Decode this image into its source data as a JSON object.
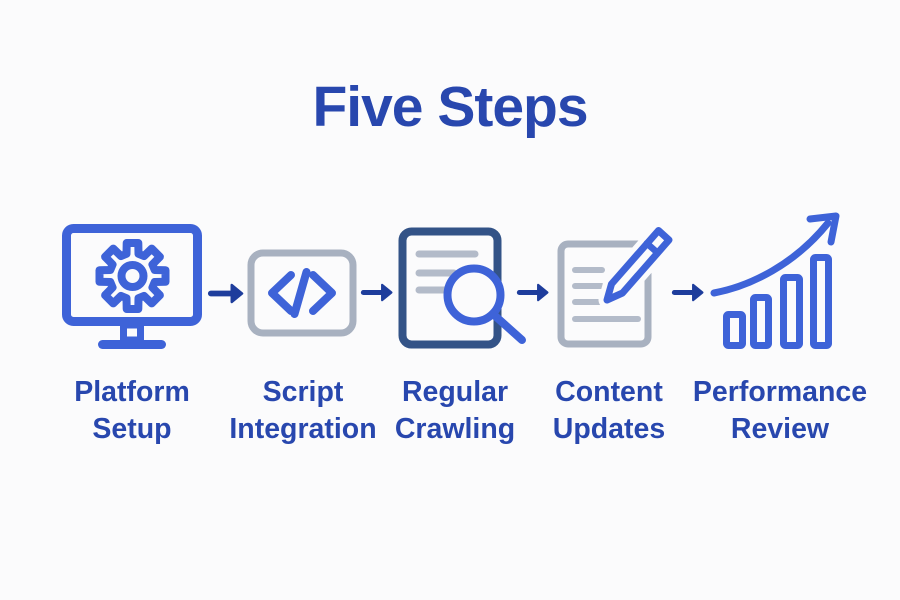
{
  "title": "Five Steps",
  "colors": {
    "background": "#fbfbfc",
    "title_text": "#2847ae",
    "label_text": "#2847ae",
    "icon_blue": "#3e63d8",
    "icon_navy": "#335387",
    "icon_gray": "#a8b1c0",
    "doc_line_gray": "#b3bbc9",
    "arrow_blue": "#1e3d9c"
  },
  "connector_icon": "arrow-right-icon",
  "steps": [
    {
      "icon": "monitor-gear-icon",
      "label": "Platform Setup",
      "line1": "Platform",
      "line2": "Setup"
    },
    {
      "icon": "code-tag-icon",
      "label": "Script Integration",
      "line1": "Script",
      "line2": "Integration"
    },
    {
      "icon": "document-search-icon",
      "label": "Regular Crawling",
      "line1": "Regular",
      "line2": "Crawling"
    },
    {
      "icon": "document-edit-icon",
      "label": "Content Updates",
      "line1": "Content",
      "line2": "Updates"
    },
    {
      "icon": "growth-chart-icon",
      "label": "Performance Review",
      "line1": "Performance",
      "line2": "Review"
    }
  ]
}
